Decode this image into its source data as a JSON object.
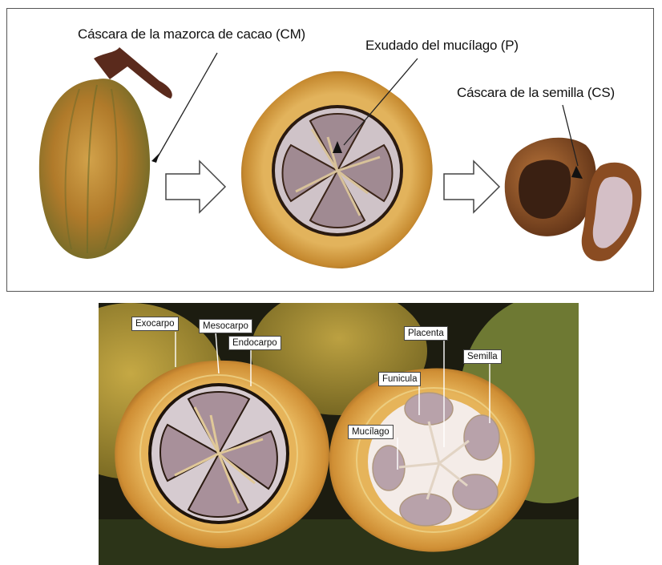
{
  "top_panel": {
    "captions": {
      "pod_shell": "Cáscara de la mazorca de cacao (CM)",
      "mucilage_exudate": "Exudado del mucílago (P)",
      "seed_shell": "Cáscara de la semilla (CS)"
    }
  },
  "bottom_photo": {
    "labels": {
      "exocarpo": "Exocarpo",
      "mesocarpo": "Mesocarpo",
      "endocarpo": "Endocarpo",
      "placenta": "Placenta",
      "semilla": "Semilla",
      "funicula": "Funicula",
      "mucilago": "Mucílago"
    }
  },
  "colors": {
    "pod_orange": "#c98a2e",
    "pod_green": "#8a8a3a",
    "seed_white": "#e9e1e6",
    "seed_purple": "#a48c94",
    "dark_background": "#1c1c10"
  }
}
